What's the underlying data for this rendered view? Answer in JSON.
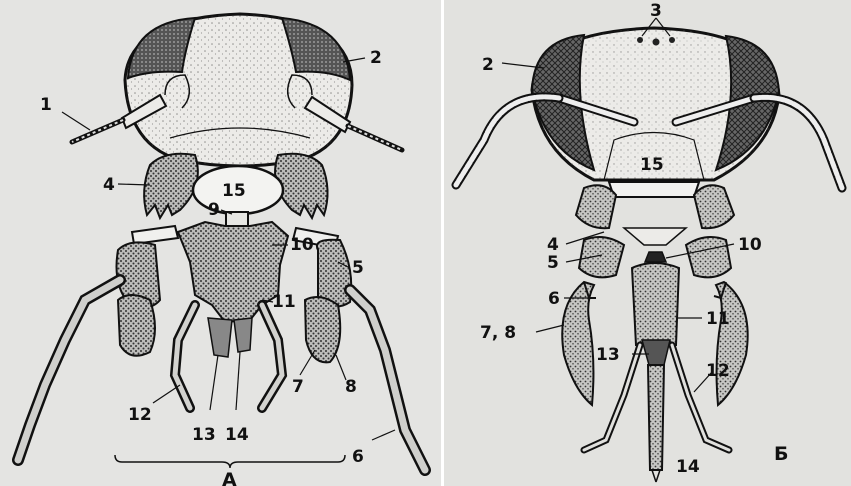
{
  "panel_a": {
    "caption": "А",
    "labels": [
      "1",
      "2",
      "4",
      "15",
      "9",
      "10",
      "5",
      "11",
      "7",
      "8",
      "12",
      "13",
      "14",
      "6"
    ]
  },
  "panel_b": {
    "caption": "Б",
    "labels": [
      "3",
      "2",
      "15",
      "4",
      "10",
      "5",
      "6",
      "11",
      "7, 8",
      "13",
      "12",
      "14"
    ]
  },
  "colors": {
    "ink": "#111111",
    "paper": "#e4e4e2",
    "eye": "#3a3a3a"
  }
}
